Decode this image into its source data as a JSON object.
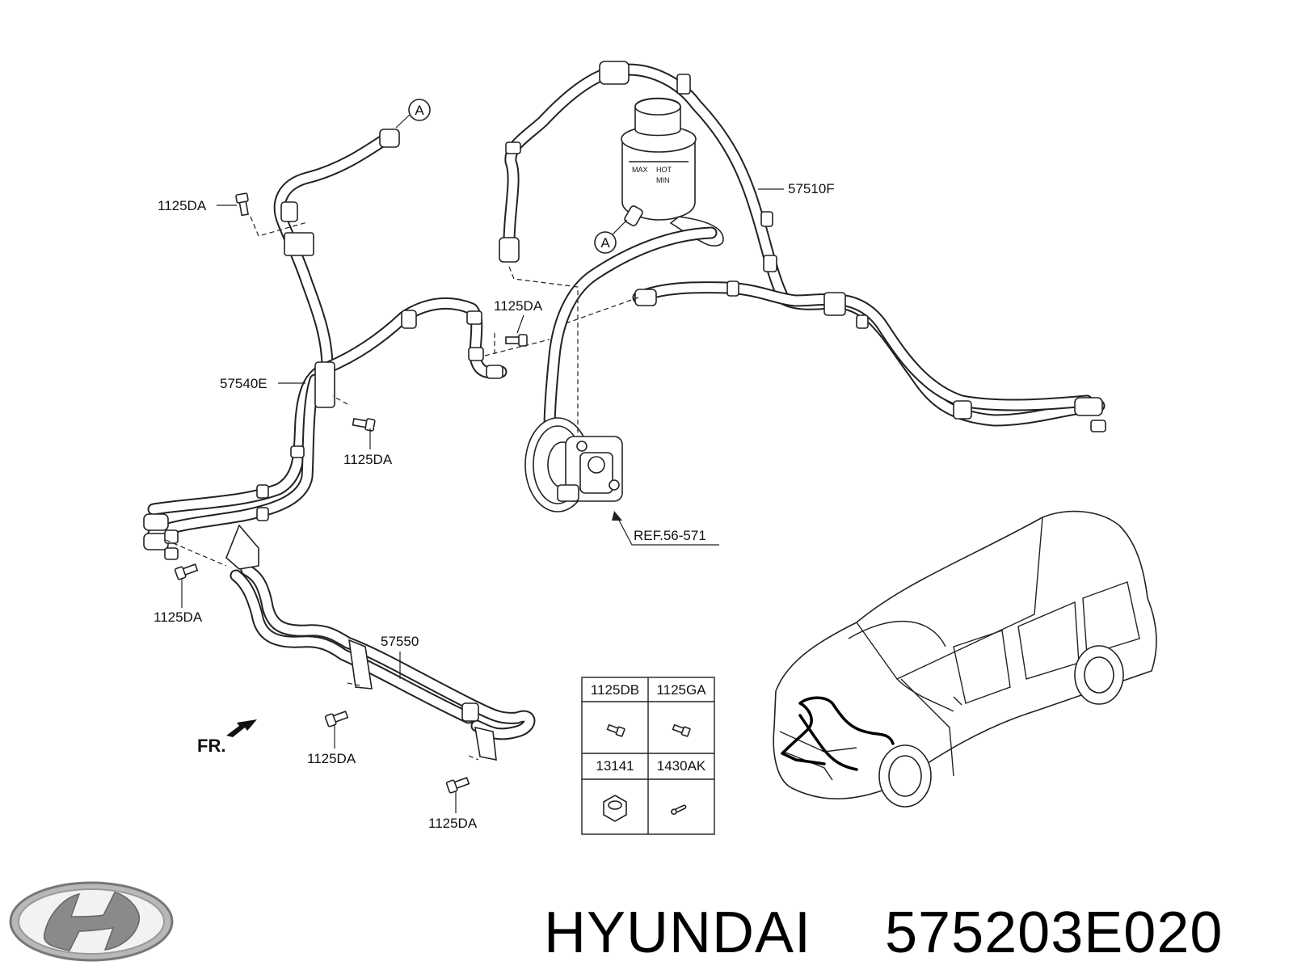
{
  "callouts": {
    "bolt_top_left": "1125DA",
    "bolt_center": "1125DA",
    "bolt_mid_left": "1125DA",
    "bolt_lower_left": "1125DA",
    "bolt_bottom_1": "1125DA",
    "bolt_bottom_2": "1125DA",
    "hose_high_pressure": "57510F",
    "hose_return": "57540E",
    "cooler_tube": "57550",
    "pump_ref": "REF.56-571",
    "connector_a_top": "A",
    "connector_a_reservoir": "A",
    "front_indicator": "FR."
  },
  "reservoir": {
    "mark_max": "MAX",
    "mark_hot": "HOT",
    "mark_min": "MIN"
  },
  "parts_table": {
    "headers_top": [
      "1125DB",
      "1125GA"
    ],
    "headers_bottom": [
      "13141",
      "1430AK"
    ]
  },
  "footer": {
    "brand": "HYUNDAI",
    "part_number": "575203E020"
  },
  "icons": {
    "logo": "hyundai-logo",
    "arrow": "front-arrow-icon"
  }
}
